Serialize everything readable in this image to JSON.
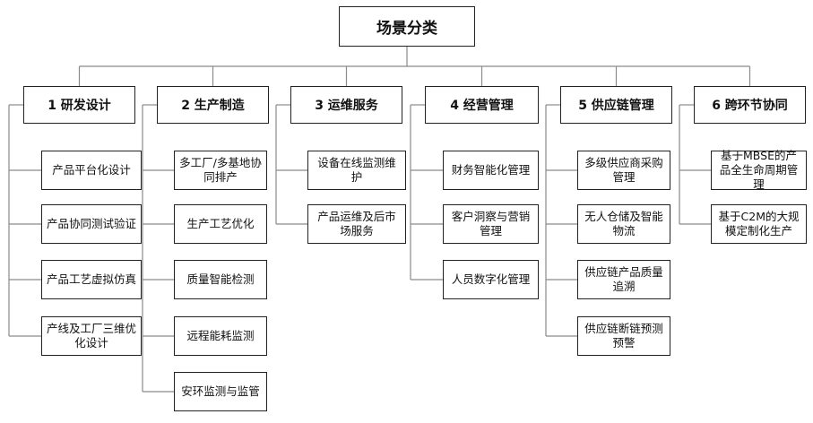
{
  "root": "场景分类",
  "categories": [
    {
      "label": "1 研发设计",
      "items": [
        "产品平台化设计",
        "产品协同测试验证",
        "产品工艺虚拟仿真",
        "产线及工厂三维优化设计"
      ]
    },
    {
      "label": "2 生产制造",
      "items": [
        "多工厂/多基地协同排产",
        "生产工艺优化",
        "质量智能检测",
        "远程能耗监测",
        "安环监测与监管"
      ]
    },
    {
      "label": "3 运维服务",
      "items": [
        "设备在线监测维护",
        "产品运维及后市场服务"
      ]
    },
    {
      "label": "4 经营管理",
      "items": [
        "财务智能化管理",
        "客户洞察与营销管理",
        "人员数字化管理"
      ]
    },
    {
      "label": "5 供应链管理",
      "items": [
        "多级供应商采购管理",
        "无人仓储及智能物流",
        "供应链产品质量追溯",
        "供应链断链预测预警"
      ]
    },
    {
      "label": "6 跨环节协同",
      "items": [
        "基于MBSE的产品全生命周期管理",
        "基于C2M的大规模定制化生产"
      ]
    }
  ]
}
